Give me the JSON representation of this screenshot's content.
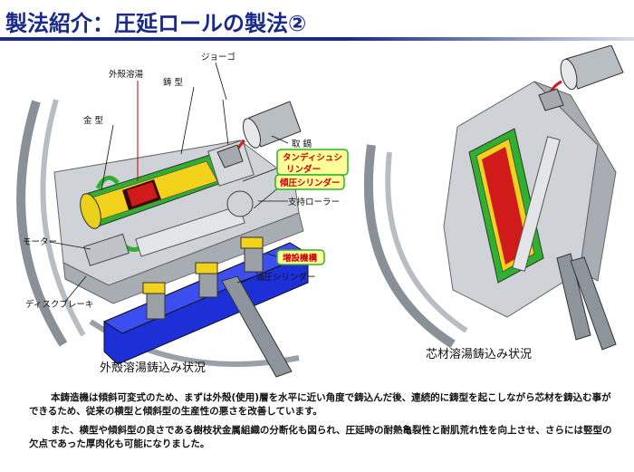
{
  "title": "製法紹介：圧延ロールの製法②",
  "left_labels": {
    "outer_shell_melt": "外殻溶湯",
    "mold_cast": "鋳 型",
    "jogo": "ジョーゴ",
    "ladle": "取 鍋",
    "die": "金 型",
    "tundish_cylinder_line1": "タンディシュシ",
    "tundish_cylinder_line2": "リンダー",
    "support_roller": "支持ローラー",
    "tilt_cylinder": "傾圧シリンダー",
    "motor": "モーター",
    "added_mechanism": "増設機構",
    "hydraulic_cylinder": "油圧シリンダー",
    "disc_brake": "ディスクブレーキ"
  },
  "captions": {
    "left": "外殻溶湯鋳込み状況",
    "right": "芯材溶湯鋳込み状況"
  },
  "description": [
    "本鋳造機は傾斜可変式のため、まずは外殻(使用)層を水平に近い角度で鋳込んだ後、連続的に鋳型を起こしながら芯材を鋳込む事ができるため、従来の横型と傾斜型の生産性の悪さを改善しています。",
    "また、横型や傾斜型の良さである樹枝状金属組織の分断化も図られ、圧延時の耐熱亀裂性と耐肌荒れ性を向上させ、さらには竪型の欠点であった厚肉化も可能になりました。"
  ],
  "colors": {
    "title": "#1a2a8c",
    "machine_gray": "#cfd3d8",
    "frame_dark": "#8a9097",
    "green": "#2fb12f",
    "yellow": "#f2d21b",
    "red": "#d11a1a",
    "blue": "#2233dd",
    "callout_fill": "#ffff99"
  }
}
